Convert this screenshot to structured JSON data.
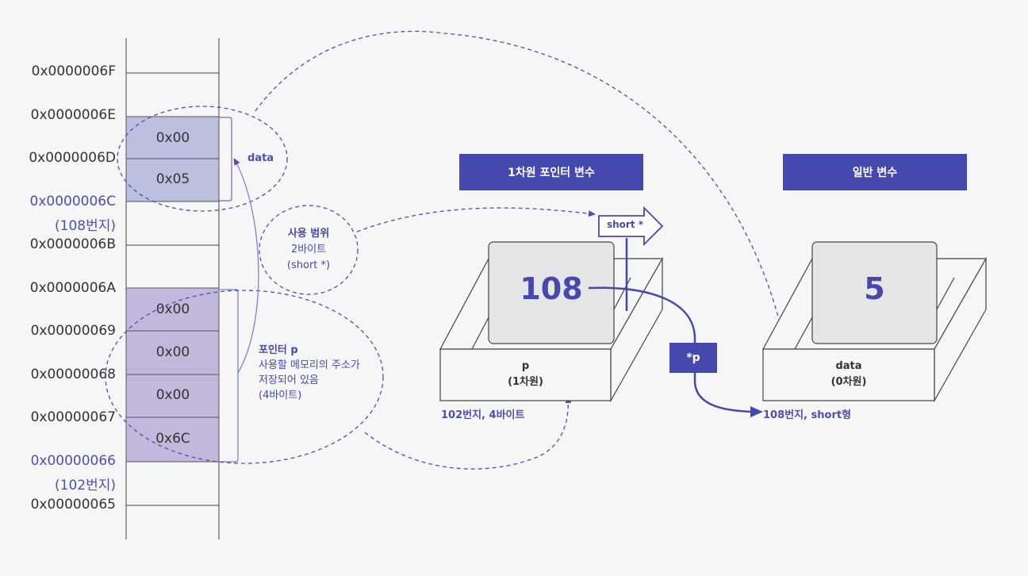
{
  "memory": {
    "addresses": [
      {
        "text": "0x0000006F",
        "highlight": false
      },
      {
        "text": "0x0000006E",
        "highlight": false
      },
      {
        "text": "0x0000006D",
        "highlight": false
      },
      {
        "text": "0x0000006C",
        "highlight": true
      },
      {
        "text": "(108번지)",
        "highlight": true
      },
      {
        "text": "0x0000006B",
        "highlight": false
      },
      {
        "text": "0x0000006A",
        "highlight": false
      },
      {
        "text": "0x00000069",
        "highlight": false
      },
      {
        "text": "0x00000068",
        "highlight": false
      },
      {
        "text": "0x00000067",
        "highlight": false
      },
      {
        "text": "0x00000066",
        "highlight": true
      },
      {
        "text": "(102번지)",
        "highlight": true
      },
      {
        "text": "0x00000065",
        "highlight": false
      }
    ],
    "data_cells": [
      "0x00",
      "0x05"
    ],
    "pointer_cells": [
      "0x00",
      "0x00",
      "0x00",
      "0x6C"
    ],
    "data_label": "data",
    "range_label": {
      "title": "사용 범위",
      "line1": "2바이트",
      "line2": "(short *)"
    },
    "pointer_label": {
      "title": "포인터 p",
      "line1": "사용할 메모리의 주소가",
      "line2": "저장되어 있음",
      "line3": "(4바이트)"
    }
  },
  "pointer_var": {
    "header": "1차원 포인터 변수",
    "value": "108",
    "name": "p",
    "dim": "(1차원)",
    "caption": "102번지, 4바이트",
    "type_tag": "short *",
    "deref": "*p"
  },
  "normal_var": {
    "header": "일반 변수",
    "value": "5",
    "name": "data",
    "dim": "(0차원)",
    "caption": "108번지, short형"
  },
  "colors": {
    "accent": "#4549ad",
    "data_fill": "#bcc0de",
    "pointer_fill": "#c3b8dc",
    "box_fill": "#e6e6e6",
    "line": "#555555"
  }
}
